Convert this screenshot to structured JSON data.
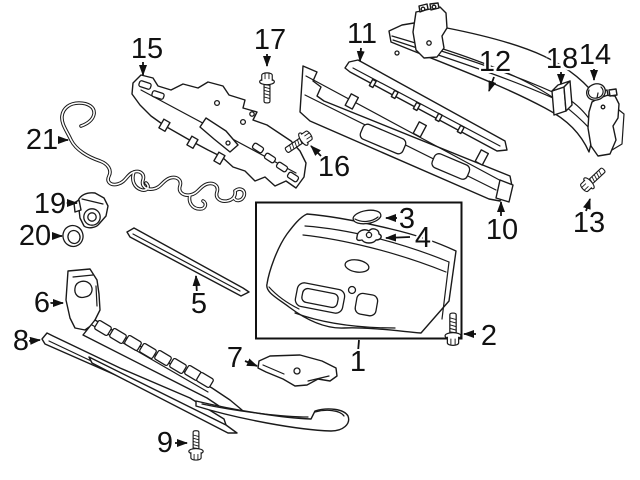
{
  "diagram": {
    "type": "exploded-parts-line-drawing",
    "subject": "front-bumper-assembly",
    "background_color": "#ffffff",
    "line_color": "#1a1a1a",
    "callout_color": "#111111",
    "callouts": [
      {
        "number": "1",
        "part": "front-bumper-cover"
      },
      {
        "number": "2",
        "part": "hex-flange-bolt"
      },
      {
        "number": "3",
        "part": "cover-cap"
      },
      {
        "number": "4",
        "part": "retainer-grommet"
      },
      {
        "number": "5",
        "part": "molding-strip"
      },
      {
        "number": "6",
        "part": "lower-center-grille"
      },
      {
        "number": "7",
        "part": "lower-bracket"
      },
      {
        "number": "8",
        "part": "lower-trim-strip"
      },
      {
        "number": "9",
        "part": "hex-flange-screw"
      },
      {
        "number": "10",
        "part": "energy-absorber-bracket"
      },
      {
        "number": "11",
        "part": "upper-seal-strip"
      },
      {
        "number": "12",
        "part": "impact-bar"
      },
      {
        "number": "13",
        "part": "hex-flange-bolt"
      },
      {
        "number": "14",
        "part": "push-nut"
      },
      {
        "number": "15",
        "part": "center-mounting-bracket"
      },
      {
        "number": "16",
        "part": "hex-flange-screw"
      },
      {
        "number": "17",
        "part": "hex-flange-bolt"
      },
      {
        "number": "18",
        "part": "spacer-block"
      },
      {
        "number": "19",
        "part": "park-assist-sensor"
      },
      {
        "number": "20",
        "part": "sensor-retaining-ring"
      },
      {
        "number": "21",
        "part": "wiring-harness"
      }
    ]
  }
}
